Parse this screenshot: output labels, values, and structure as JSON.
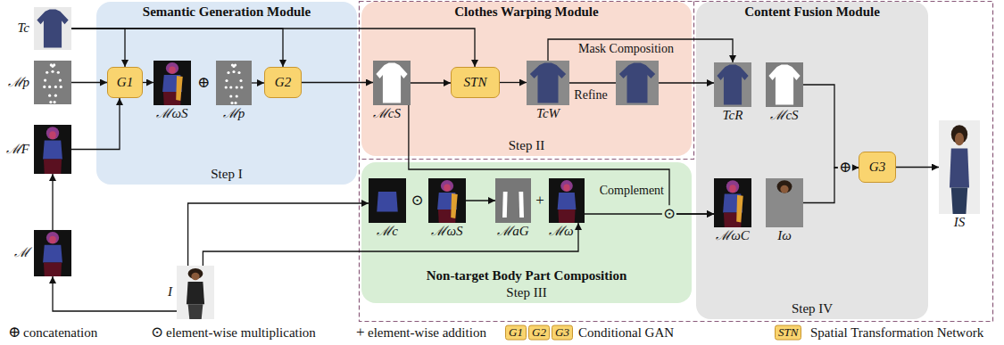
{
  "diagram": {
    "nodes": [
      {
        "text": [
          "Semantic Generation Module",
          "Step I"
        ]
      },
      {
        "text": [
          "G1"
        ],
        "in": 0
      },
      {
        "text": [
          "ℳωS"
        ],
        "in": 0
      },
      {
        "text": [
          "ℳp"
        ],
        "in": 0
      },
      {
        "text": [
          "G2"
        ],
        "in": 0
      },
      {
        "text": [
          "Clothes Warping Module",
          "Step II"
        ]
      },
      {
        "text": [
          "ℳcS"
        ],
        "in": 5
      },
      {
        "text": [
          "STN"
        ],
        "in": 5
      },
      {
        "text": [
          "TcW"
        ],
        "in": 5
      },
      {
        "text": [
          "Content Fusion Module",
          "Step IV"
        ]
      },
      {
        "text": [
          "TcR"
        ],
        "in": 9
      },
      {
        "text": [
          "ℳcS"
        ],
        "in": 9
      },
      {
        "text": [
          "ℳωC"
        ],
        "in": 9
      },
      {
        "text": [
          "Iω"
        ],
        "in": 9
      },
      {
        "text": [
          "G3"
        ],
        "in": 9
      },
      {
        "text": [
          "Non-target Body Part Composition",
          "Step III"
        ]
      },
      {
        "text": [
          "ℳc"
        ],
        "in": 15
      },
      {
        "text": [
          "ℳωS"
        ],
        "in": 15
      },
      {
        "text": [
          "ℳaG"
        ],
        "in": 15
      },
      {
        "text": [
          "ℳω"
        ],
        "in": 15
      },
      {
        "text": [
          "Tc"
        ]
      },
      {
        "text": [
          "ℳp"
        ]
      },
      {
        "text": [
          "ℳF"
        ]
      },
      {
        "text": [
          "ℳ"
        ]
      },
      {
        "text": [
          "I"
        ]
      },
      {
        "text": [
          "IS"
        ]
      }
    ],
    "edges": [
      {
        "from": 20,
        "to": 1,
        "arrow": "to"
      },
      {
        "from": 20,
        "to": 4,
        "arrow": "to"
      },
      {
        "from": 20,
        "to": 7,
        "arrow": "to"
      },
      {
        "from": 21,
        "to": 1,
        "arrow": "to"
      },
      {
        "from": 22,
        "to": 1,
        "arrow": "to"
      },
      {
        "from": 23,
        "to": 22,
        "arrow": "to"
      },
      {
        "from": 24,
        "to": 23,
        "arrow": "to"
      },
      {
        "from": 1,
        "to": 2,
        "arrow": "to"
      },
      {
        "from": 3,
        "to": 4,
        "arrow": "to"
      },
      {
        "from": 4,
        "to": 6,
        "arrow": "to"
      },
      {
        "from": 6,
        "to": 7,
        "arrow": "to"
      },
      {
        "from": 7,
        "to": 8,
        "arrow": "to"
      },
      {
        "from": 8,
        "to": 10,
        "label": "Refine",
        "arrow": "to"
      },
      {
        "from": 8,
        "to": 10,
        "label": "Mask Composition",
        "arrow": "to"
      },
      {
        "from": 24,
        "to": 16,
        "arrow": "to"
      },
      {
        "from": 24,
        "to": 19,
        "arrow": "to"
      },
      {
        "from": 17,
        "to": 18,
        "arrow": "to"
      },
      {
        "from": 6,
        "to": 12,
        "label": "Complement",
        "arrow": "to"
      },
      {
        "from": 19,
        "to": 12,
        "arrow": "to"
      },
      {
        "from": 11,
        "to": 14,
        "arrow": "to"
      },
      {
        "from": 13,
        "to": 14,
        "arrow": "to"
      },
      {
        "from": 14,
        "to": 25,
        "arrow": "to"
      }
    ],
    "labels": [
      "⊕",
      "⊙",
      "+",
      "⊙",
      "⊕",
      "⊕",
      "⊙",
      "+",
      "G1",
      "G2",
      "G3",
      "STN"
    ],
    "legend": [
      {
        "text": "concatenation"
      },
      {
        "text": "element-wise multiplication"
      },
      {
        "text": "element-wise addition"
      },
      {
        "text": "Conditional GAN"
      },
      {
        "text": "Spatial Transformation Network"
      }
    ]
  }
}
